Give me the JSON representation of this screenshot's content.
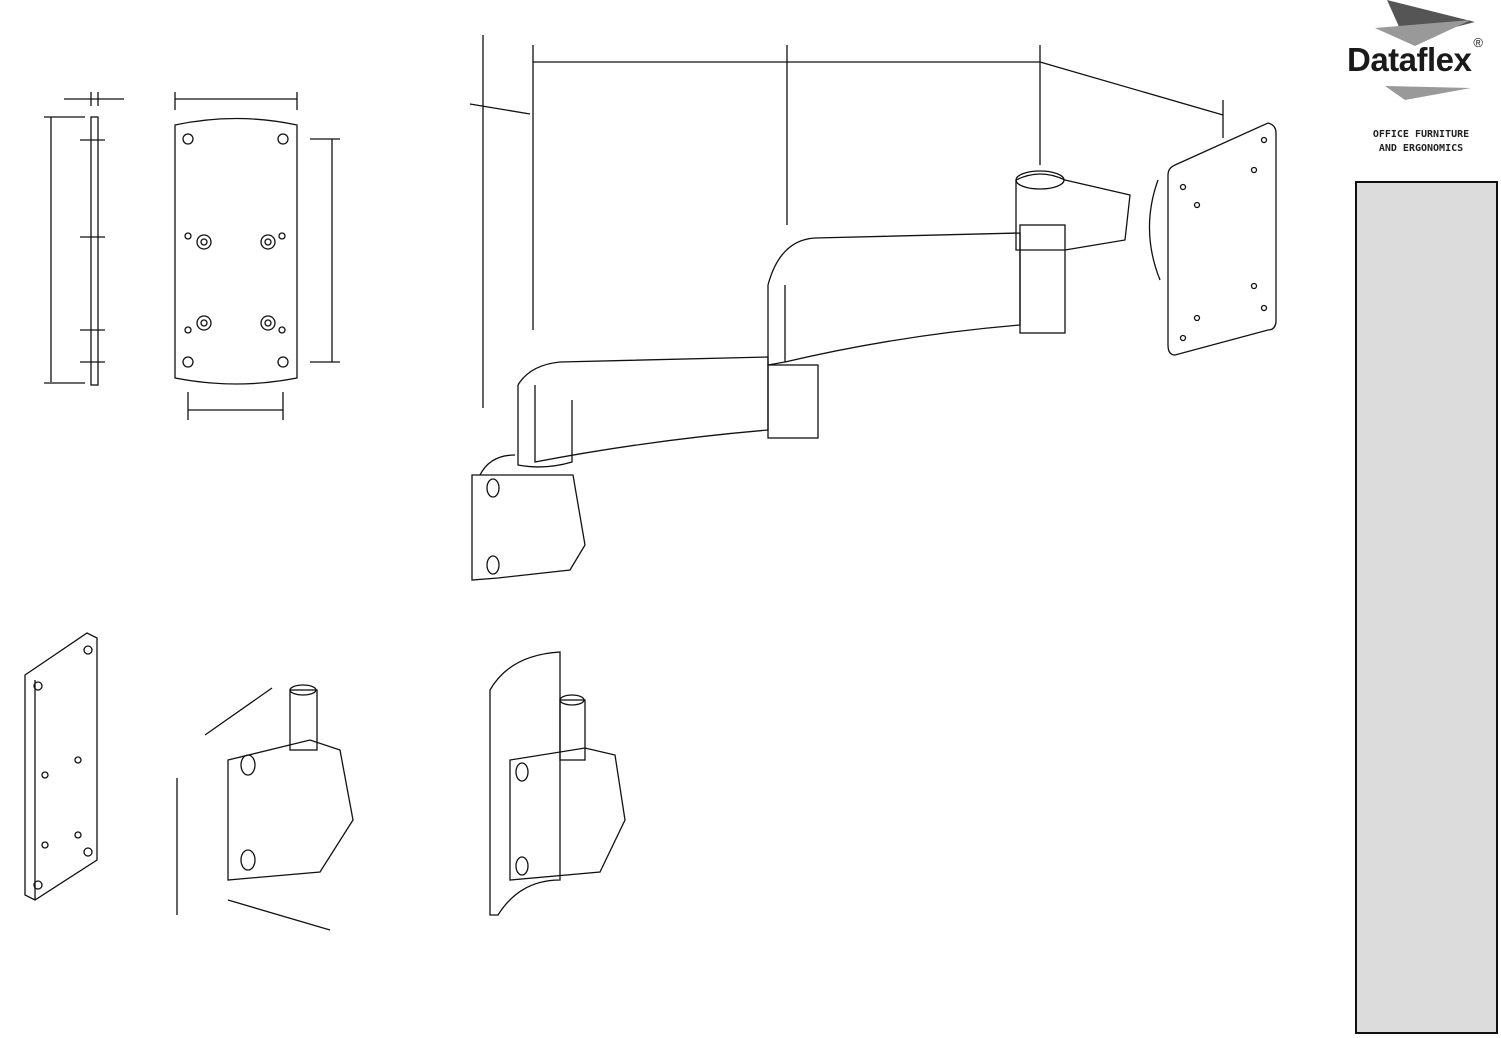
{
  "brand": {
    "name": "Dataflex",
    "registered": "®",
    "tagline_line1": "OFFICE FURNITURE",
    "tagline_line2": "AND ERGONOMICS",
    "logo_color_dark": "#555555",
    "logo_color_light": "#999999"
  },
  "sidebar_panel": {
    "color": "#dcdcdc"
  }
}
